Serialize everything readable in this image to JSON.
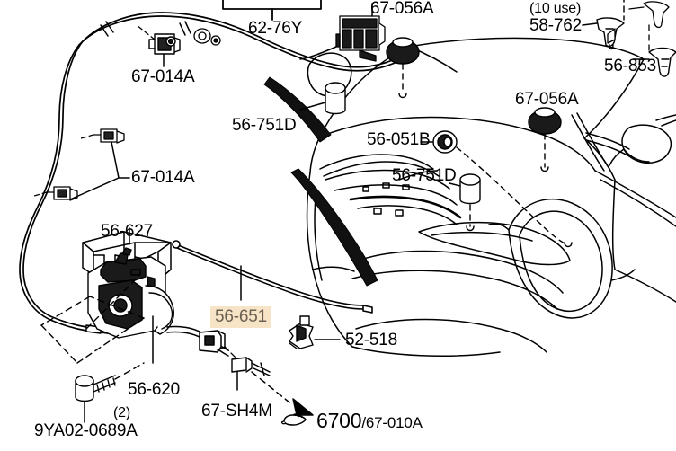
{
  "diagram": {
    "title": "Hood latch and release cable parts diagram",
    "vehicle_view": "front three-quarter view of sedan with hood, fender, mirror, wheel",
    "highlight_color": "#f7e3c6",
    "highlight_text_color": "#6b6152",
    "line_color": "#000000",
    "background_color": "#ffffff"
  },
  "labels": {
    "bracket_62_76y": "62-76Y",
    "clip_67_014a_upper": "67-014A",
    "clip_67_014a_lower": "67-014A",
    "grommet_67_056a_left": "67-056A",
    "grommet_67_056a_right": "67-056A",
    "bumper_56_751d_left": "56-751D",
    "bumper_56_751d_right": "56-751D",
    "bumper_56_051b": "56-051B",
    "clip_count_58_762": "(10 use)",
    "clip_58_762": "58-762",
    "clip_56_853": "56-853",
    "cover_56_627": "56-627",
    "latch_56_620": "56-620",
    "cable_56_651": "56-651",
    "clip_52_518": "52-518",
    "grommet_67_sh4m": "67-SH4M",
    "bolt_9ya02_0689a": "9YA02-0689A",
    "bolt_qty": "(2)",
    "ref_page_number": "6700",
    "ref_separator": "/",
    "ref_part": "67-010A"
  },
  "icons": {
    "pointing_hand": "pointing-hand-icon",
    "arrow_marker": "arrow-icon"
  }
}
